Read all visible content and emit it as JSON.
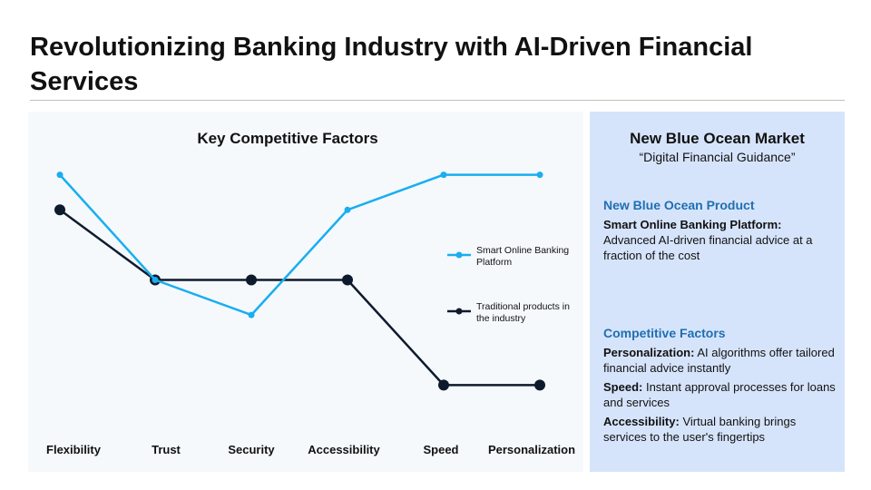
{
  "slide": {
    "title": "Revolutionizing Banking Industry with AI-Driven Financial Services"
  },
  "colors": {
    "smart": "#19aef0",
    "traditional": "#0e1b2c",
    "panel_bg": "#f5f9fc",
    "ocean_bg": "#d6e4fb",
    "accent": "#1f6fb2"
  },
  "chart_data": {
    "type": "line",
    "title": "Key Competitive Factors",
    "categories": [
      "Flexibility",
      "Trust",
      "Security",
      "Accessibility",
      "Speed",
      "Personalization"
    ],
    "series": [
      {
        "name": "Smart Online Banking Platform",
        "values": [
          4.5,
          3.0,
          2.5,
          4.0,
          4.5,
          4.5
        ]
      },
      {
        "name": "Traditional products in the industry",
        "values": [
          4.0,
          3.0,
          3.0,
          3.0,
          1.5,
          1.5
        ]
      }
    ],
    "ylim": [
      1.0,
      5.0
    ],
    "grid": false,
    "legend": "right"
  },
  "legend": {
    "smart_lines": [
      "Smart Online Banking",
      "Platform"
    ],
    "traditional_lines": [
      "Traditional products in",
      "the industry"
    ]
  },
  "ocean": {
    "title": "New Blue Ocean Market",
    "subtitle": "“Digital Financial Guidance”",
    "product_heading": "New Blue Ocean Product",
    "product_name": "Smart Online Banking Platform:",
    "product_desc": "Advanced AI-driven financial advice at a fraction of the cost",
    "factors_heading": "Competitive Factors",
    "factors": [
      {
        "label": "Personalization:",
        "text": " AI algorithms offer tailored financial advice instantly"
      },
      {
        "label": "Speed:",
        "text": " Instant approval processes for loans and services"
      },
      {
        "label": "Accessibility:",
        "text": " Virtual banking brings services to the user's fingertips"
      }
    ]
  }
}
